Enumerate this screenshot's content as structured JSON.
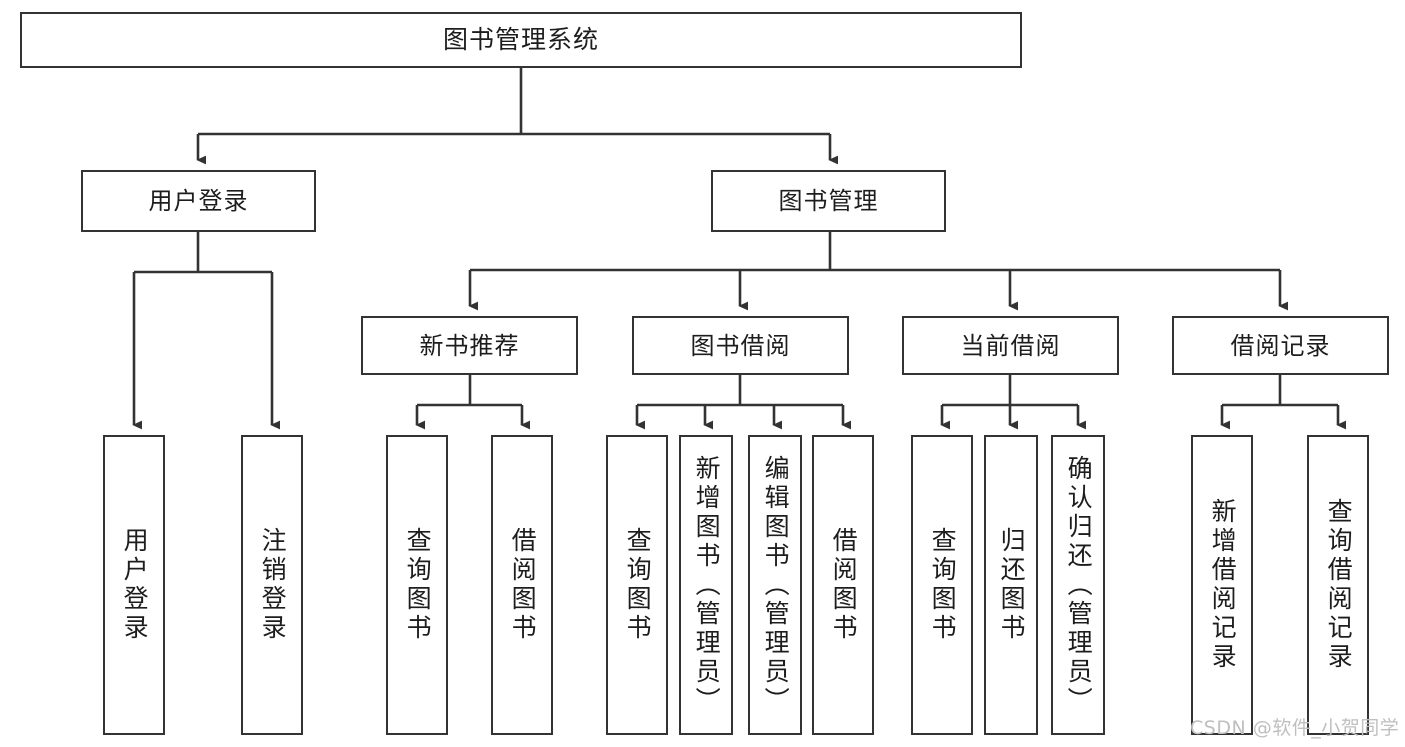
{
  "diagram": {
    "type": "tree",
    "title": "图书管理系统",
    "orientation": "top-down",
    "edge_color": "#333333",
    "box_border_color": "#333333",
    "box_fill_color": "#ffffff",
    "text_color": "#1d1d1d"
  },
  "nodes": {
    "root": {
      "label": "图书管理系统"
    },
    "level2": [
      {
        "label": "用户登录"
      },
      {
        "label": "图书管理"
      }
    ],
    "level3": [
      {
        "label": "新书推荐"
      },
      {
        "label": "图书借阅"
      },
      {
        "label": "当前借阅"
      },
      {
        "label": "借阅记录"
      }
    ],
    "leaves": {
      "user_login": [
        {
          "label": "用户登录"
        },
        {
          "label": "注销登录"
        }
      ],
      "new_book": [
        {
          "label": "查询图书"
        },
        {
          "label": "借阅图书"
        }
      ],
      "book_borrow": [
        {
          "label": "查询图书"
        },
        {
          "label": "新增图书（管理员）"
        },
        {
          "label": "编辑图书（管理员）"
        },
        {
          "label": "借阅图书"
        }
      ],
      "current_borrow": [
        {
          "label": "查询图书"
        },
        {
          "label": "归还图书"
        },
        {
          "label": "确认归还（管理员）"
        }
      ],
      "borrow_record": [
        {
          "label": "新增借阅记录"
        },
        {
          "label": "查询借阅记录"
        }
      ]
    }
  },
  "watermark": {
    "text": "CSDN @软件_小贺同学"
  }
}
